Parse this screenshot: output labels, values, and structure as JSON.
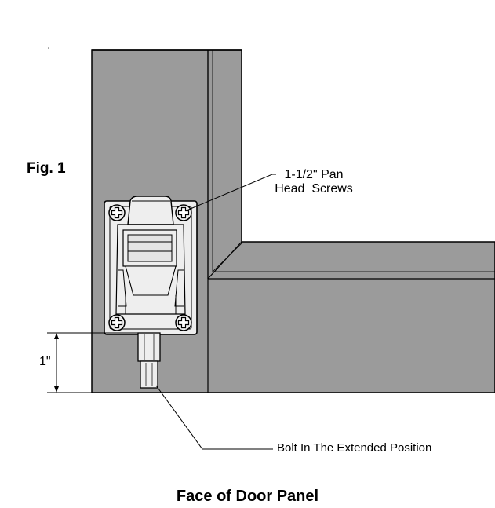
{
  "figure_label": "Fig. 1",
  "callouts": {
    "screws_line1": "1-1/2\" Pan",
    "screws_line2": "Head  Screws",
    "bolt": "Bolt In The Extended Position"
  },
  "dimension": "1\"",
  "caption": "Face of Door Panel",
  "colors": {
    "panel": "#9b9b9b",
    "lock_body": "#eeeeee",
    "outline": "#000000"
  }
}
